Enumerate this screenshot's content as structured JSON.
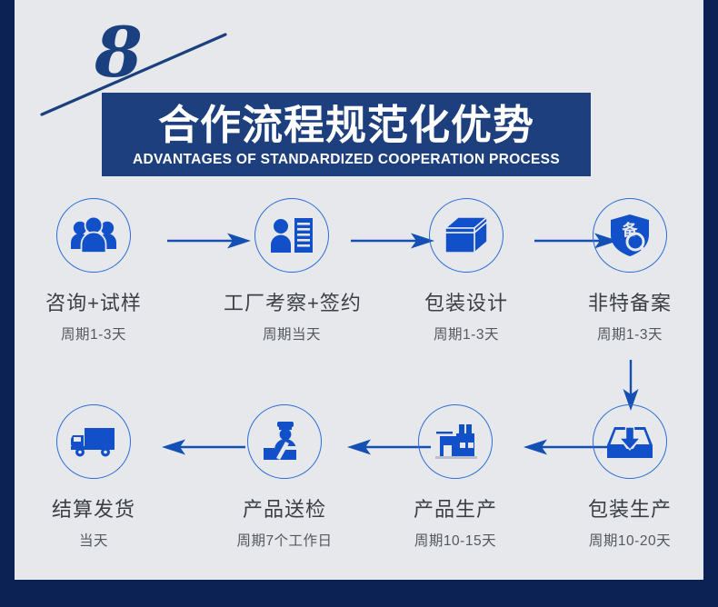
{
  "header": {
    "number": "8",
    "title_cn": "合作流程规范化优势",
    "title_en": "ADVANTAGES OF STANDARDIZED COOPERATION PROCESS",
    "banner_color": "#1d3f7d",
    "accent_color": "#1b4080"
  },
  "theme": {
    "background": "#e6e8ec",
    "frame_color": "#0d2254",
    "icon_blue": "#1150c8",
    "circle_stroke": "#2b6fd6",
    "text_color": "#3b3f45"
  },
  "flow": {
    "row1": [
      {
        "icon": "group-people-icon",
        "title": "咨询+试样",
        "sub": "周期1-3天"
      },
      {
        "icon": "person-document-icon",
        "title": "工厂考察+签约",
        "sub": "周期当天"
      },
      {
        "icon": "box-package-icon",
        "title": "包装设计",
        "sub": "周期1-3天"
      },
      {
        "icon": "shield-search-record-icon",
        "title": "非特备案",
        "sub": "周期1-3天"
      }
    ],
    "row2": [
      {
        "icon": "delivery-truck-icon",
        "title": "结算发货",
        "sub": "当天"
      },
      {
        "icon": "inspector-icon",
        "title": "产品送检",
        "sub": "周期7个工作日"
      },
      {
        "icon": "factory-icon",
        "title": "产品生产",
        "sub": "周期10-15天"
      },
      {
        "icon": "inbox-download-icon",
        "title": "包装生产",
        "sub": "周期10-20天"
      }
    ]
  },
  "arrows": {
    "row1": [
      "arrow-right-icon",
      "arrow-right-icon",
      "arrow-right-icon"
    ],
    "connector": "arrow-down-icon",
    "row2": [
      "arrow-left-icon",
      "arrow-left-icon",
      "arrow-left-icon"
    ]
  },
  "shield_glyph": "备"
}
